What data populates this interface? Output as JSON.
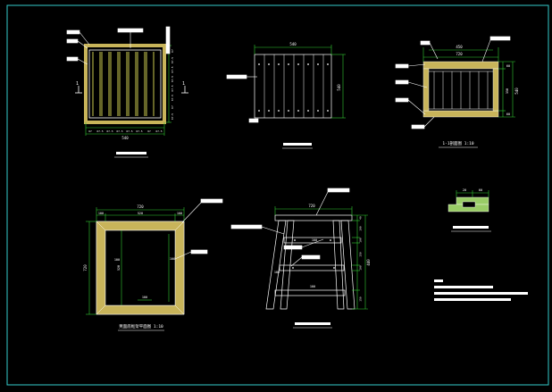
{
  "drawing": {
    "colors": {
      "background": "#000000",
      "border": "#33cccc",
      "geometry": "#ffffff",
      "wood_fill": "#c8b45a",
      "slat_line": "#ffff66",
      "dimension": "#33cc33",
      "section_hatch": "#99cc66",
      "leader": "#ffffff",
      "callout_box": "#ffffff"
    },
    "view1": {
      "dims_bottom": [
        "67",
        "67.5",
        "67.5",
        "67.5",
        "67.5",
        "67.5",
        "67",
        "67.5"
      ],
      "overall_bottom": "540",
      "dims_right": [
        "67",
        "67.5",
        "67.5",
        "67.5",
        "67.5",
        "67.5",
        "67",
        "67.5"
      ],
      "section_marks": [
        "1",
        "1"
      ]
    },
    "view2": {
      "width": "540",
      "height": "540"
    },
    "view3": {
      "top_dims": [
        "450",
        "720"
      ],
      "right_dims": [
        "60",
        "350",
        "60"
      ],
      "overall_right": "540",
      "caption": "1-1剖面图 1:10"
    },
    "view4": {
      "top_outer": "720",
      "top_inner": [
        "100",
        "520",
        "100"
      ],
      "left": "720",
      "inner_label": "520",
      "side_labels": [
        "100",
        "100"
      ],
      "bottom_label": "100",
      "caption": "凳面底框架平面图 1:10"
    },
    "view5": {
      "top": "720",
      "right_dims": [
        "40",
        "100",
        "100",
        "150",
        "100",
        "150"
      ],
      "overall_right": "440",
      "left_labels": [
        "100"
      ],
      "inner_labels": [
        "100",
        "100",
        "100"
      ]
    },
    "view6": {
      "dims": [
        "20",
        "60"
      ]
    }
  }
}
